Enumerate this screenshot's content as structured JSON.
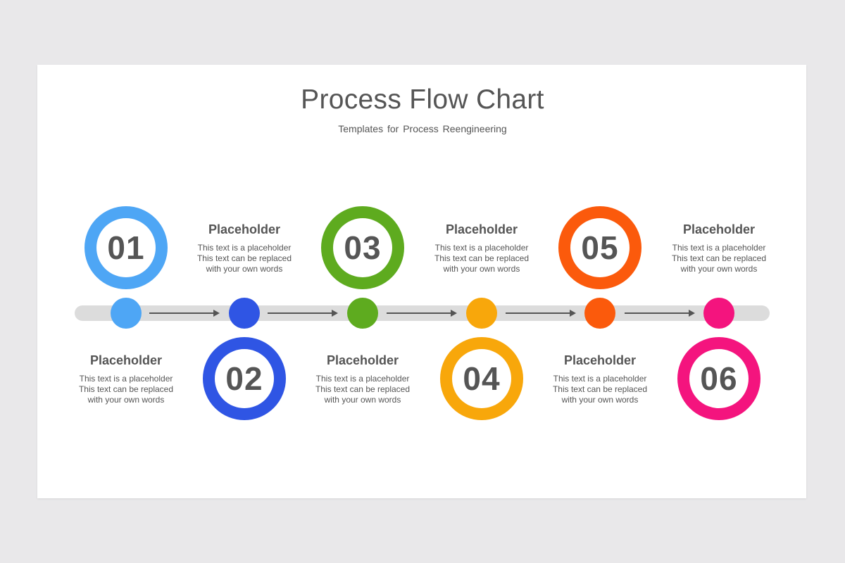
{
  "title": "Process Flow Chart",
  "subtitle": "Templates for Process Reengineering",
  "steps": [
    {
      "number": "01",
      "color": "#4ea6f5",
      "heading": "Placeholder",
      "line1": "This text is a placeholder",
      "line2": "This text can be replaced",
      "line3": "with your own words"
    },
    {
      "number": "02",
      "color": "#2f55e4",
      "heading": "Placeholder",
      "line1": "This text is a placeholder",
      "line2": "This text can be replaced",
      "line3": "with your own words"
    },
    {
      "number": "03",
      "color": "#5eab1f",
      "heading": "Placeholder",
      "line1": "This text is a placeholder",
      "line2": "This text can be replaced",
      "line3": "with your own words"
    },
    {
      "number": "04",
      "color": "#f8a70b",
      "heading": "Placeholder",
      "line1": "This text is a placeholder",
      "line2": "This text can be replaced",
      "line3": "with your own words"
    },
    {
      "number": "05",
      "color": "#fb5a0c",
      "heading": "Placeholder",
      "line1": "This text is a placeholder",
      "line2": "This text can be replaced",
      "line3": "with your own words"
    },
    {
      "number": "06",
      "color": "#f4147e",
      "heading": "Placeholder",
      "line1": "This text is a placeholder",
      "line2": "This text can be replaced",
      "line3": "with your own words"
    }
  ],
  "colors": {
    "background": "#e9e8ea",
    "slide": "#ffffff",
    "text": "#555555",
    "track": "#dcdcdc"
  }
}
